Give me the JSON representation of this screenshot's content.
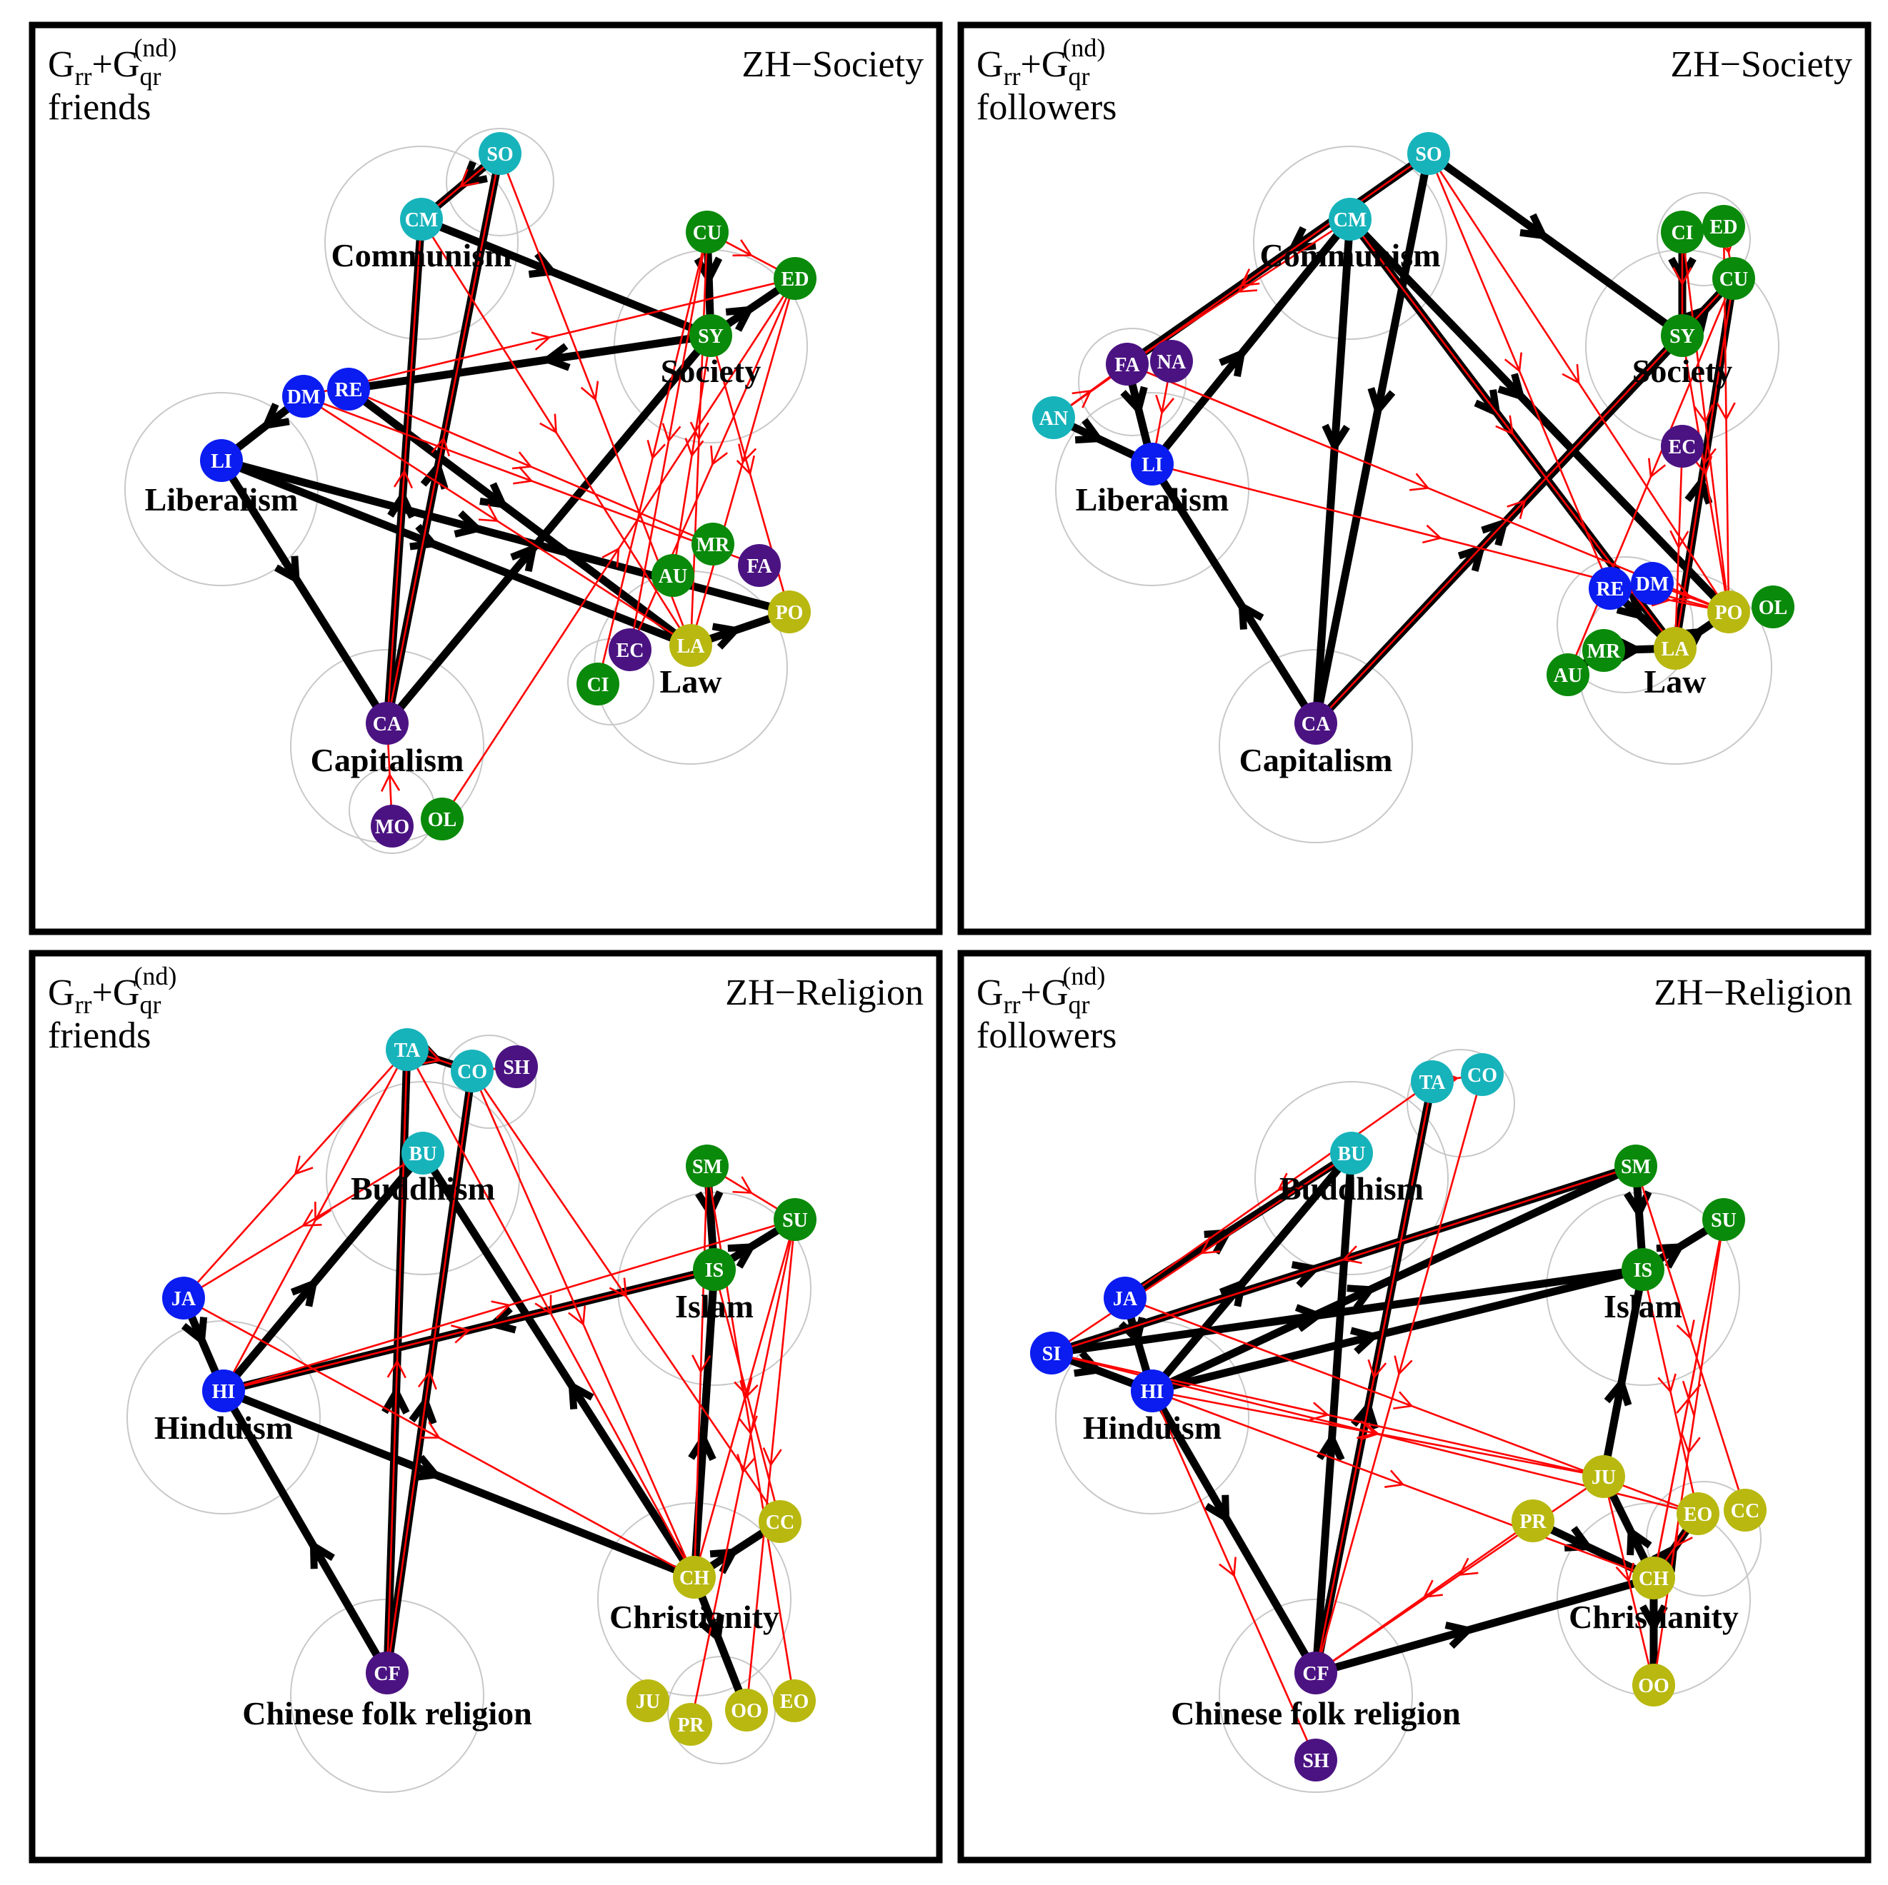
{
  "colors": {
    "teal": "#17b3bb",
    "green": "#0a8a0a",
    "blue": "#0a1cf0",
    "purple": "#4b1382",
    "olive": "#b8b810",
    "edge_main": "#000000",
    "edge_secondary": "#ff0000"
  },
  "panels": [
    {
      "id": "p1",
      "header": {
        "base1": "G",
        "sub1": "rr",
        "plus": "+",
        "base2": "G",
        "sub2": "qr",
        "sup2": "(nd)",
        "line2": "friends"
      },
      "title": "ZH−Society",
      "groups": [
        {
          "label": "Communism"
        },
        {
          "label": "Society"
        },
        {
          "label": "Liberalism"
        },
        {
          "label": "Law"
        },
        {
          "label": "Capitalism"
        }
      ],
      "nodes": [
        {
          "id": "SO",
          "color": "teal"
        },
        {
          "id": "CM",
          "color": "teal"
        },
        {
          "id": "CU",
          "color": "green"
        },
        {
          "id": "ED",
          "color": "green"
        },
        {
          "id": "SY",
          "color": "green"
        },
        {
          "id": "DM",
          "color": "blue"
        },
        {
          "id": "RE",
          "color": "blue"
        },
        {
          "id": "LI",
          "color": "blue"
        },
        {
          "id": "MR",
          "color": "green"
        },
        {
          "id": "FA",
          "color": "purple"
        },
        {
          "id": "AU",
          "color": "green"
        },
        {
          "id": "PO",
          "color": "olive"
        },
        {
          "id": "EC",
          "color": "purple"
        },
        {
          "id": "LA",
          "color": "olive"
        },
        {
          "id": "CI",
          "color": "green"
        },
        {
          "id": "CA",
          "color": "purple"
        },
        {
          "id": "MO",
          "color": "purple"
        },
        {
          "id": "OL",
          "color": "green"
        }
      ]
    },
    {
      "id": "p2",
      "header": {
        "base1": "G",
        "sub1": "rr",
        "plus": "+",
        "base2": "G",
        "sub2": "qr",
        "sup2": "(nd)",
        "line2": "followers"
      },
      "title": "ZH−Society",
      "groups": [
        {
          "label": "Communism"
        },
        {
          "label": "Society"
        },
        {
          "label": "Liberalism"
        },
        {
          "label": "Law"
        },
        {
          "label": "Capitalism"
        }
      ],
      "nodes": [
        {
          "id": "SO",
          "color": "teal"
        },
        {
          "id": "CM",
          "color": "teal"
        },
        {
          "id": "CI",
          "color": "green"
        },
        {
          "id": "ED",
          "color": "green"
        },
        {
          "id": "CU",
          "color": "green"
        },
        {
          "id": "SY",
          "color": "green"
        },
        {
          "id": "FA",
          "color": "purple"
        },
        {
          "id": "NA",
          "color": "purple"
        },
        {
          "id": "AN",
          "color": "teal"
        },
        {
          "id": "LI",
          "color": "blue"
        },
        {
          "id": "EC",
          "color": "purple"
        },
        {
          "id": "RE",
          "color": "blue"
        },
        {
          "id": "DM",
          "color": "blue"
        },
        {
          "id": "PO",
          "color": "olive"
        },
        {
          "id": "OL",
          "color": "green"
        },
        {
          "id": "AU",
          "color": "green"
        },
        {
          "id": "MR",
          "color": "green"
        },
        {
          "id": "LA",
          "color": "olive"
        },
        {
          "id": "CA",
          "color": "purple"
        }
      ]
    },
    {
      "id": "p3",
      "header": {
        "base1": "G",
        "sub1": "rr",
        "plus": "+",
        "base2": "G",
        "sub2": "qr",
        "sup2": "(nd)",
        "line2": "friends"
      },
      "title": "ZH−Religion",
      "groups": [
        {
          "label": "Buddhism"
        },
        {
          "label": "Islam"
        },
        {
          "label": "Hinduism"
        },
        {
          "label": "Christianity"
        },
        {
          "label": "Chinese folk religion"
        }
      ],
      "nodes": [
        {
          "id": "TA",
          "color": "teal"
        },
        {
          "id": "CO",
          "color": "teal"
        },
        {
          "id": "SH",
          "color": "purple"
        },
        {
          "id": "BU",
          "color": "teal"
        },
        {
          "id": "SM",
          "color": "green"
        },
        {
          "id": "SU",
          "color": "green"
        },
        {
          "id": "IS",
          "color": "green"
        },
        {
          "id": "JA",
          "color": "blue"
        },
        {
          "id": "HI",
          "color": "blue"
        },
        {
          "id": "CC",
          "color": "olive"
        },
        {
          "id": "CH",
          "color": "olive"
        },
        {
          "id": "CF",
          "color": "purple"
        },
        {
          "id": "JU",
          "color": "olive"
        },
        {
          "id": "PR",
          "color": "olive"
        },
        {
          "id": "OO",
          "color": "olive"
        },
        {
          "id": "EO",
          "color": "olive"
        }
      ]
    },
    {
      "id": "p4",
      "header": {
        "base1": "G",
        "sub1": "rr",
        "plus": "+",
        "base2": "G",
        "sub2": "qr",
        "sup2": "(nd)",
        "line2": "followers"
      },
      "title": "ZH−Religion",
      "groups": [
        {
          "label": "Buddhism"
        },
        {
          "label": "Islam"
        },
        {
          "label": "Hinduism"
        },
        {
          "label": "Christianity"
        },
        {
          "label": "Chinese folk religion"
        }
      ],
      "nodes": [
        {
          "id": "TA",
          "color": "teal"
        },
        {
          "id": "CO",
          "color": "teal"
        },
        {
          "id": "BU",
          "color": "teal"
        },
        {
          "id": "SM",
          "color": "green"
        },
        {
          "id": "SU",
          "color": "green"
        },
        {
          "id": "IS",
          "color": "green"
        },
        {
          "id": "JA",
          "color": "blue"
        },
        {
          "id": "SI",
          "color": "blue"
        },
        {
          "id": "HI",
          "color": "blue"
        },
        {
          "id": "JU",
          "color": "olive"
        },
        {
          "id": "PR",
          "color": "olive"
        },
        {
          "id": "EO",
          "color": "olive"
        },
        {
          "id": "CC",
          "color": "olive"
        },
        {
          "id": "CH",
          "color": "olive"
        },
        {
          "id": "OO",
          "color": "olive"
        },
        {
          "id": "CF",
          "color": "purple"
        },
        {
          "id": "SH",
          "color": "purple"
        }
      ]
    }
  ]
}
